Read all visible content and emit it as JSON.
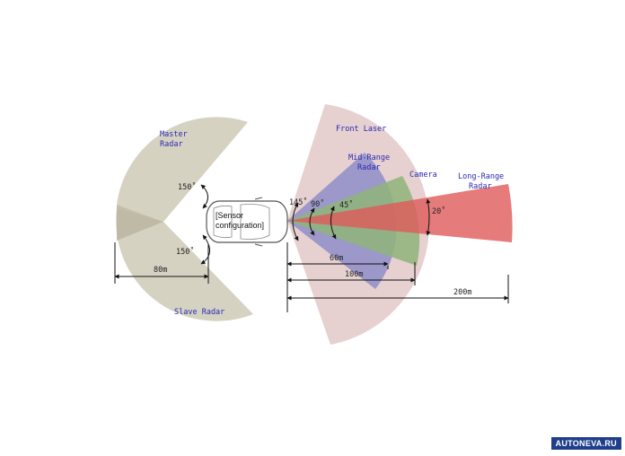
{
  "diagram": {
    "caption_line1": "[Sensor",
    "caption_line2": "configuration]",
    "sensors": {
      "master_radar": {
        "line1": "Master",
        "line2": "Radar",
        "angle": "150˚",
        "color": "#cfcab7"
      },
      "slave_radar": {
        "label": "Slave Radar",
        "angle": "150˚",
        "color": "#cfcab7"
      },
      "front_laser": {
        "label": "Front Laser",
        "angle": "145˚",
        "color": "#e3c8c8"
      },
      "mid_range_radar": {
        "line1": "Mid-Range",
        "line2": "Radar",
        "angle": "90˚",
        "color": "#8e8ec8"
      },
      "camera": {
        "label": "Camera",
        "angle": "45˚",
        "color": "#8fb47a"
      },
      "long_range_radar": {
        "line1": "Long-Range",
        "line2": "Radar",
        "angle": "20˚",
        "color": "#e05a5a"
      }
    },
    "distances": {
      "rear": "80m",
      "d60": "60m",
      "d100": "100m",
      "d200": "200m"
    }
  },
  "watermark": "AUTONEVA.RU"
}
